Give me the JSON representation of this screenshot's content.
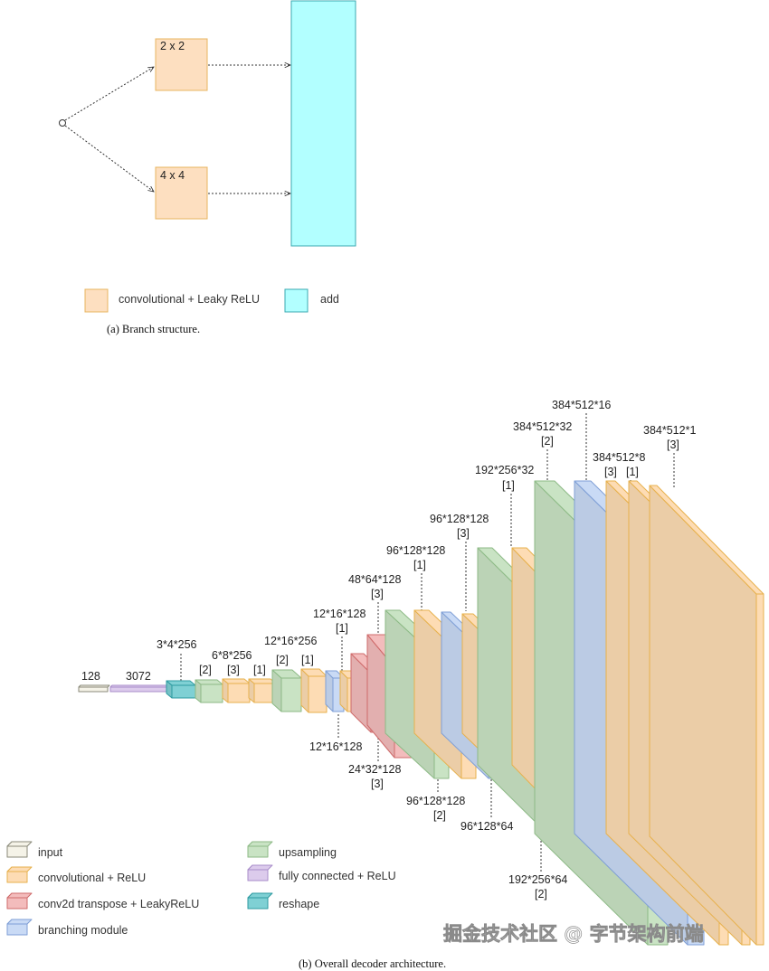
{
  "branch": {
    "box_top_label": "2 x 2",
    "box_bottom_label": "4 x 4",
    "legend_conv": "convolutional + Leaky ReLU",
    "legend_add": "add",
    "caption": "(a) Branch structure.",
    "colors": {
      "conv_fill": "#fddfc0",
      "conv_stroke": "#e8b460",
      "add_fill": "#b2ffff",
      "add_stroke": "#3aaab0"
    }
  },
  "decoder": {
    "input_label": "128",
    "fc_label": "3072",
    "labels": {
      "reshape": "3*4*256",
      "up1_idx": "[2]",
      "c1": "6*8*256",
      "c1_idx": "[3]",
      "c2_idx": "[1]",
      "u2": "12*16*256",
      "u2_idx": "[2]",
      "c3_idx": "[1]",
      "b1_top": "12*16*128",
      "b1_top_idx": "[1]",
      "b1_bottom": "12*16*128",
      "t1": "48*64*128",
      "t1_idx": "[3]",
      "t1_bottom": "24*32*128",
      "t1_bottom_idx": "[3]",
      "c4": "96*128*128",
      "c4_idx": "[1]",
      "c5": "96*128*128",
      "c5_idx": "[3]",
      "u3_bottom": "96*128*128",
      "u3_bottom_idx": "[2]",
      "b2_bottom": "96*128*64",
      "c6": "192*256*32",
      "c6_idx": "[1]",
      "u4_bottom": "192*256*64",
      "u4_bottom_idx": "[2]",
      "c7": "384*512*32",
      "c7_idx": "[2]",
      "b3": "384*512*16",
      "c8": "384*512*8",
      "c8_idx_a": "[3]",
      "c8_idx_b": "[1]",
      "c9": "384*512*1",
      "c9_idx": "[3]"
    },
    "legend": [
      {
        "name": "input",
        "label": "input"
      },
      {
        "name": "conv",
        "label": "convolutional + ReLU"
      },
      {
        "name": "transpose",
        "label": "conv2d transpose + LeakyReLU"
      },
      {
        "name": "branching",
        "label": "branching module"
      },
      {
        "name": "upsampling",
        "label": "upsampling"
      },
      {
        "name": "fc",
        "label": "fully connected + ReLU"
      },
      {
        "name": "reshape",
        "label": "reshape"
      }
    ],
    "caption": "(b) Overall decoder architecture.",
    "colors": {
      "input": "#f5f3e8",
      "conv": "#fddcb4",
      "transpose": "#f3bcbc",
      "branching": "#c9daf5",
      "upsampling": "#c9e3c4",
      "fc": "#dccbec",
      "reshape": "#7fd0d4"
    }
  },
  "watermark": "掘金技术社区 @ 字节架构前端"
}
